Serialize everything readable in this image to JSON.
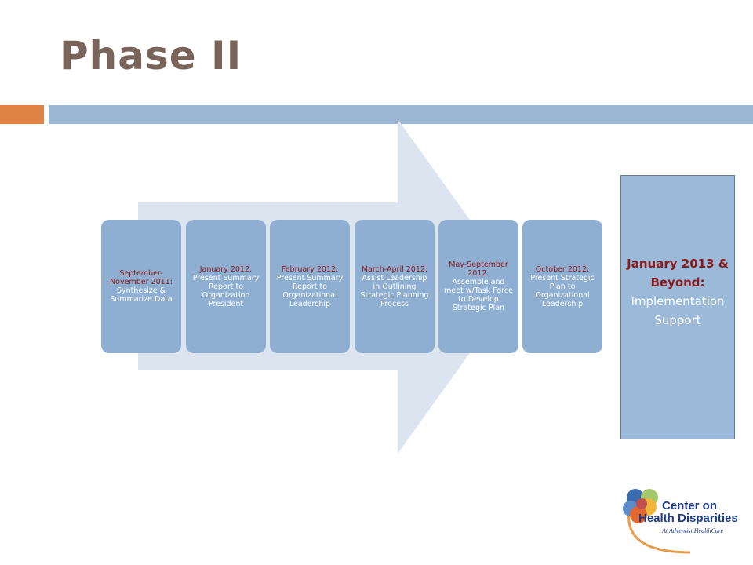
{
  "slide": {
    "title": "Phase II"
  },
  "timeline": [
    {
      "date": "September-November 2011:",
      "description": "Synthesize & Summarize Data"
    },
    {
      "date": "January 2012:",
      "description": "Present Summary Report to Organization President"
    },
    {
      "date": "February 2012:",
      "description": "Present Summary Report to Organizational Leadership"
    },
    {
      "date": "March-April 2012:",
      "description": "Assist Leadership in Outlining Strategic Planning Process"
    },
    {
      "date": "May-September 2012:",
      "description": "Assemble and meet w/Task Force to Develop Strategic Plan"
    },
    {
      "date": "October 2012:",
      "description": "Present Strategic Plan to Organizational Leadership"
    }
  ],
  "future": {
    "date": "January 2013 & Beyond:",
    "description": "Implementation Support"
  },
  "logo": {
    "line1": "Center on",
    "line2": "Health Disparities",
    "line3": "At Adventist HealthCare"
  },
  "colors": {
    "title": "#7a6358",
    "accent_bar": "#de8344",
    "main_bar": "#9bb7d4",
    "step_box": "#8eafd2",
    "arrow": "#dce5ef",
    "date_text": "#8b1a1a"
  }
}
